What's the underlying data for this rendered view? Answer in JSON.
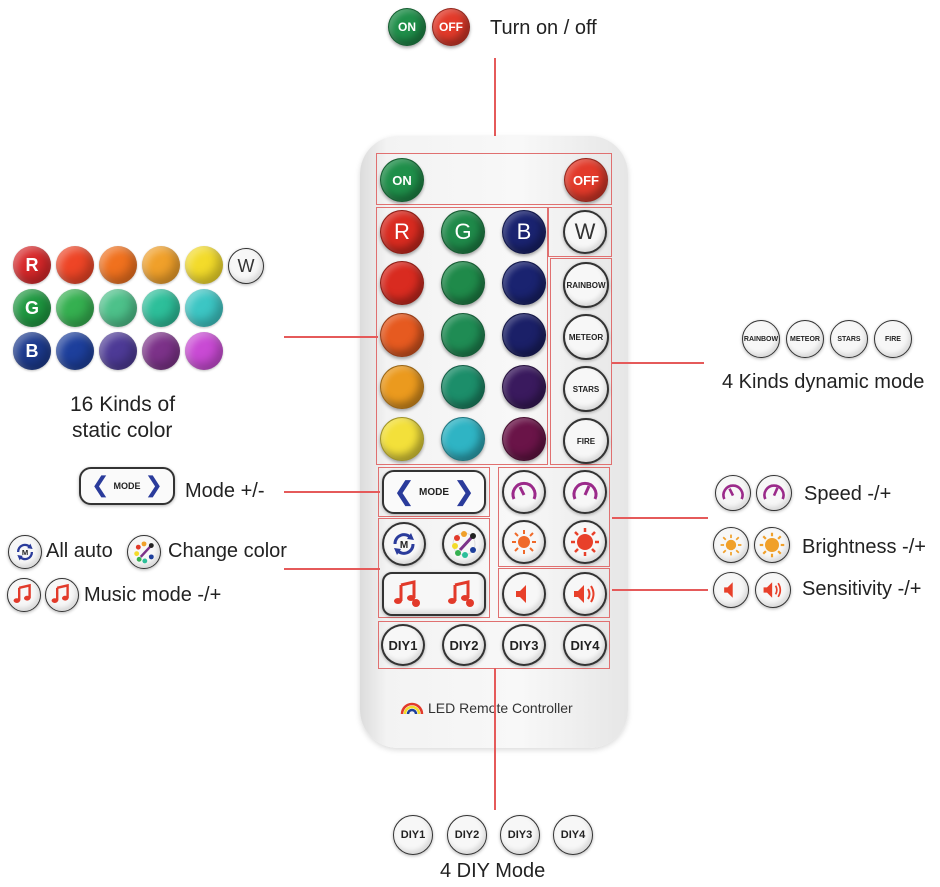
{
  "top": {
    "on_label": "ON",
    "off_label": "OFF",
    "caption": "Turn on / off"
  },
  "static_colors": {
    "letters": [
      "R",
      "G",
      "B",
      "W"
    ],
    "palette": [
      [
        "#d7282a",
        "#ee4526",
        "#f0711e",
        "#f0a02a",
        "#f3db2a"
      ],
      [
        "#1e9840",
        "#35b050",
        "#4dc18a",
        "#2dbf9a",
        "#3cc6c4"
      ],
      [
        "#1c3a8e",
        "#1d3f9c",
        "#4d3a96",
        "#7c3289",
        "#c94ad4"
      ]
    ],
    "caption_line1": "16 Kinds of",
    "caption_line2": "static color"
  },
  "dynamic": {
    "modes": [
      "RAINBOW",
      "METEOR",
      "STARS",
      "FIRE"
    ],
    "caption": "4 Kinds dynamic mode"
  },
  "mode": {
    "label": "MODE",
    "caption": "Mode +/-"
  },
  "auto": {
    "auto_icon_label": "M",
    "caption_auto": "All auto",
    "caption_change": "Change color",
    "caption_music": "Music mode -/+"
  },
  "speed": {
    "caption": "Speed -/+"
  },
  "brightness": {
    "caption": "Brightness -/+"
  },
  "sensitivity": {
    "caption": "Sensitivity -/+"
  },
  "diy": {
    "buttons": [
      "DIY1",
      "DIY2",
      "DIY3",
      "DIY4"
    ],
    "caption": "4 DIY Mode"
  },
  "remote": {
    "brand_text": "LED Remote Controller",
    "grid_colors": [
      [
        "#d92b20",
        "#1f8a4a",
        "#1a2370"
      ],
      [
        "#e65a20",
        "#1f8c54",
        "#1b2068"
      ],
      [
        "#eb9a1e",
        "#1c8e6a",
        "#3a1a5e"
      ],
      [
        "#f3e03a",
        "#2fb4c4",
        "#6a1448"
      ]
    ]
  },
  "colors": {
    "annotation_red": "#e55a5a",
    "on_green": "#1f8f4a",
    "off_red": "#e23a2a"
  }
}
